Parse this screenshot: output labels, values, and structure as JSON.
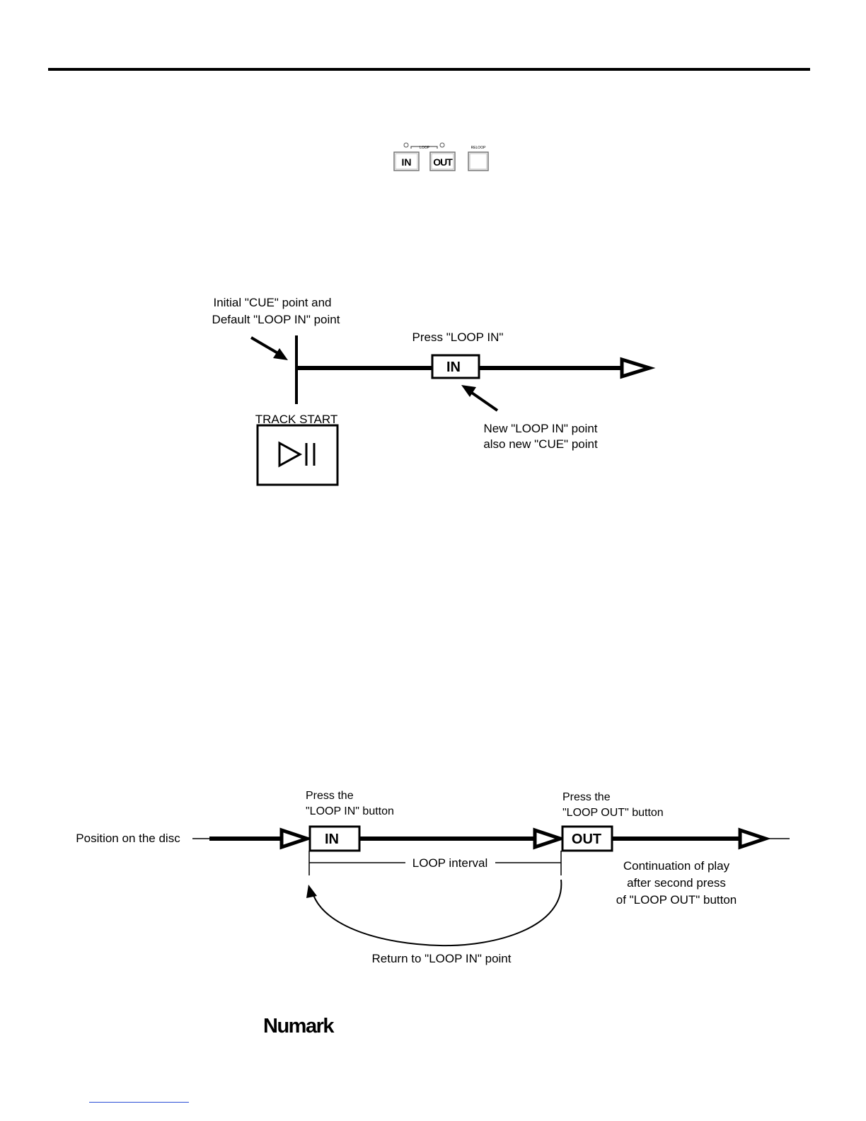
{
  "panel": {
    "loop_label": "LOOP",
    "in_label": "IN",
    "out_label": "OUT",
    "reloop_label": "RELOOP"
  },
  "diagram1": {
    "cue_label_line1": "Initial \"CUE\" point and",
    "cue_label_line2": "Default \"LOOP IN\" point",
    "press_loop_in": "Press \"LOOP IN\"",
    "in_button": "IN",
    "new_point_line1": "New \"LOOP IN\" point",
    "new_point_line2": "also new \"CUE\" point",
    "track_start": "TRACK START",
    "play_pause_icon": "play-pause-icon"
  },
  "diagram2": {
    "position_label": "Position on the disc",
    "press_in_line1": "Press the",
    "press_in_line2": "\"LOOP IN\" button",
    "in_button": "IN",
    "press_out_line1": "Press the",
    "press_out_line2": "\"LOOP OUT\" button",
    "out_button": "OUT",
    "loop_interval": "LOOP interval",
    "continuation_line1": "Continuation of play",
    "continuation_line2": "after second press",
    "continuation_line3": "of \"LOOP OUT\" button",
    "return_label": "Return to \"LOOP IN\" point"
  },
  "footer": {
    "brand": "Numark"
  }
}
